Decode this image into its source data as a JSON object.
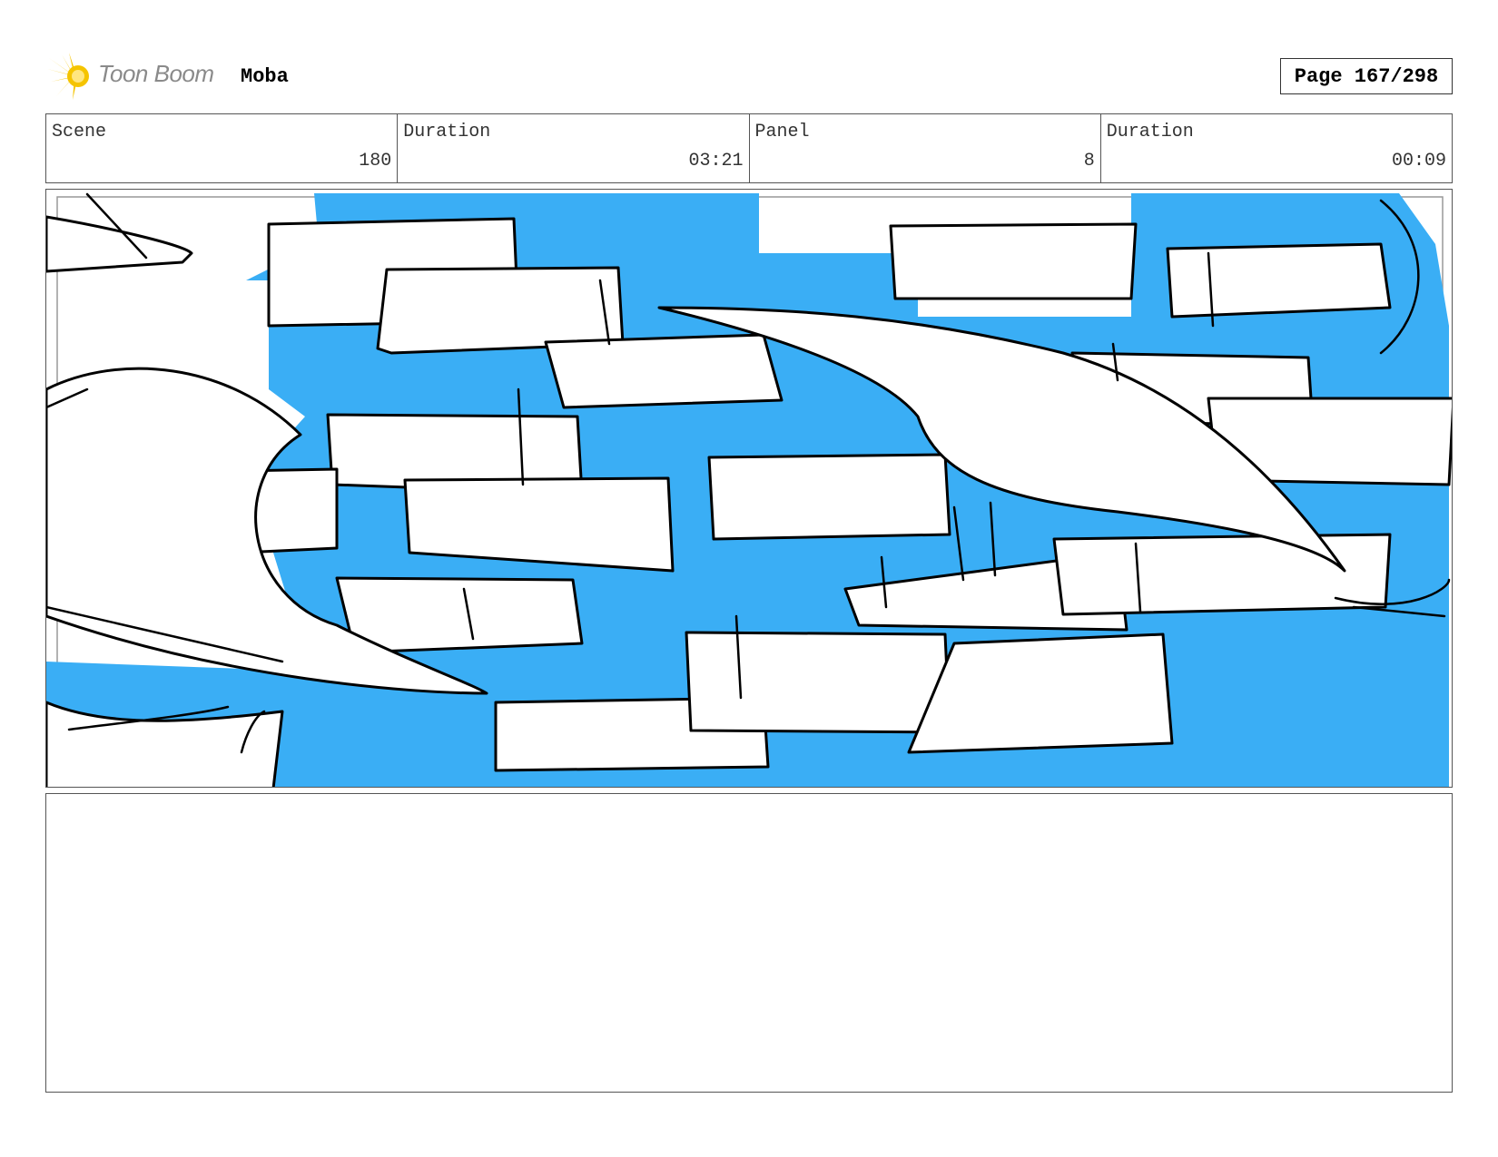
{
  "header": {
    "brand": "Toon Boom",
    "project": "Moba",
    "page": "Page 167/298"
  },
  "info": {
    "scene_label": "Scene",
    "scene_value": "180",
    "scene_duration_label": "Duration",
    "scene_duration_value": "03:21",
    "panel_label": "Panel",
    "panel_value": "8",
    "panel_duration_label": "Duration",
    "panel_duration_value": "00:09"
  },
  "colors": {
    "sky": "#3aaef5",
    "logo_yellow": "#f5c400",
    "ink": "#000000"
  }
}
